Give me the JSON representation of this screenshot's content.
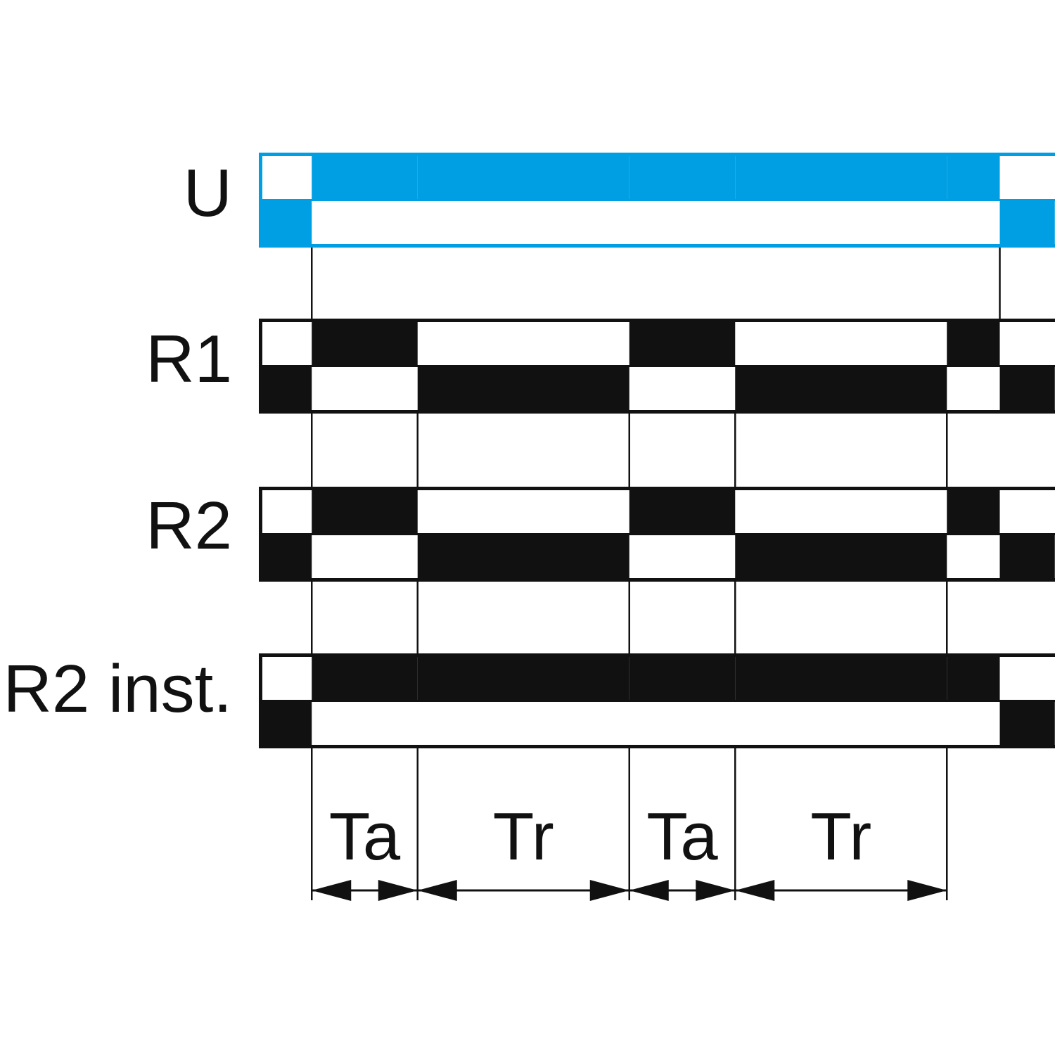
{
  "colors": {
    "supply": "#009FE3",
    "relay": "#111111"
  },
  "time_segments": [
    0.5,
    1,
    2,
    1,
    2,
    0.5,
    0.52
  ],
  "signals": [
    {
      "label": "U",
      "color_key": "supply",
      "states": [
        0,
        1,
        1,
        1,
        1,
        1,
        0
      ]
    },
    {
      "label": "R1",
      "color_key": "relay",
      "states": [
        0,
        1,
        0,
        1,
        0,
        1,
        0
      ]
    },
    {
      "label": "R2",
      "color_key": "relay",
      "states": [
        0,
        1,
        0,
        1,
        0,
        1,
        0
      ]
    },
    {
      "label": "R2 inst.",
      "color_key": "relay",
      "states": [
        0,
        1,
        1,
        1,
        1,
        1,
        0
      ]
    }
  ],
  "intervals": [
    {
      "label": "Ta",
      "segment": 1
    },
    {
      "label": "Tr",
      "segment": 2
    },
    {
      "label": "Ta",
      "segment": 3
    },
    {
      "label": "Tr",
      "segment": 4
    }
  ]
}
